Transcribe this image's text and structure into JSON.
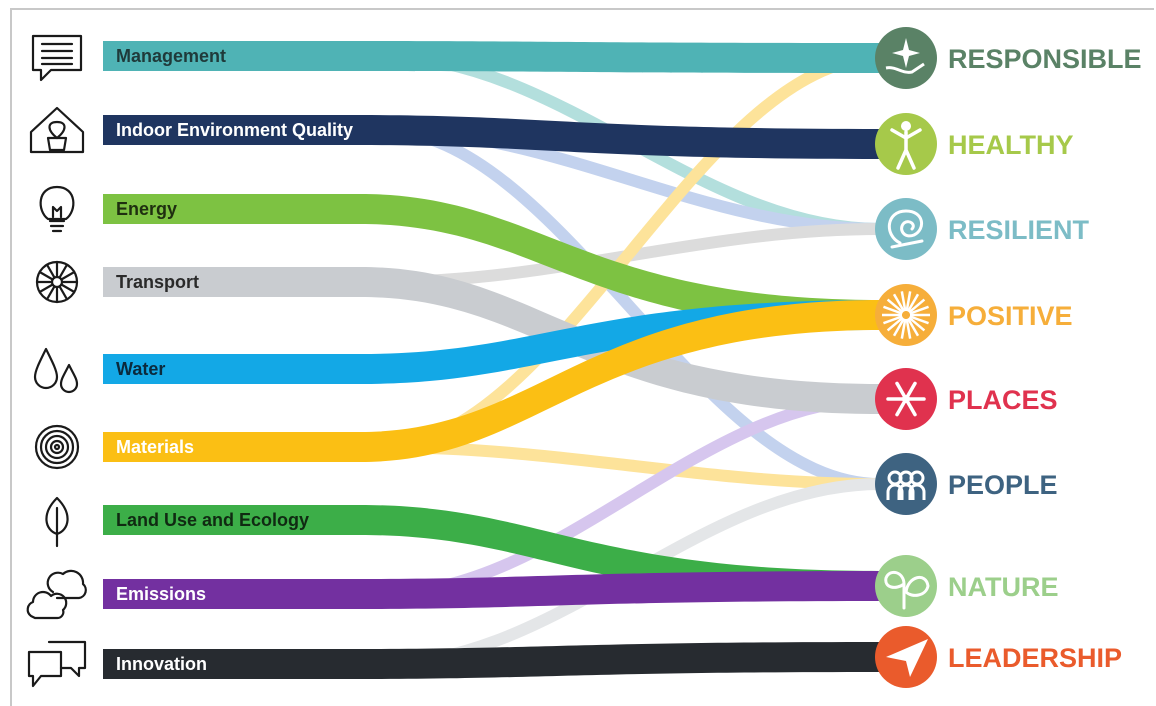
{
  "categories": [
    {
      "key": "management",
      "label": "Management",
      "color": "#4fb3b5",
      "text_color": "#1f3a3a",
      "icon": "document-icon"
    },
    {
      "key": "ieq",
      "label": "Indoor Environment Quality",
      "color": "#1f3560",
      "text_color": "#ffffff",
      "icon": "house-plant-icon"
    },
    {
      "key": "energy",
      "label": "Energy",
      "color": "#7dc242",
      "text_color": "#1f2f10",
      "icon": "lightbulb-icon"
    },
    {
      "key": "transport",
      "label": "Transport",
      "color": "#c9ccd0",
      "text_color": "#2a2a2a",
      "icon": "wheel-icon"
    },
    {
      "key": "water",
      "label": "Water",
      "color": "#13a8e6",
      "text_color": "#0b2a3d",
      "icon": "water-drops-icon"
    },
    {
      "key": "materials",
      "label": "Materials",
      "color": "#fbbf14",
      "text_color": "#ffffff",
      "icon": "rings-icon"
    },
    {
      "key": "land",
      "label": "Land Use and Ecology",
      "color": "#3cae48",
      "text_color": "#102a12",
      "icon": "leaf-icon"
    },
    {
      "key": "emissions",
      "label": "Emissions",
      "color": "#7330a0",
      "text_color": "#ffffff",
      "icon": "clouds-icon"
    },
    {
      "key": "innovation",
      "label": "Innovation",
      "color": "#272b30",
      "text_color": "#ffffff",
      "icon": "speech-bubbles-icon"
    }
  ],
  "outcomes": [
    {
      "key": "responsible",
      "label": "RESPONSIBLE",
      "color": "#5a8266",
      "icon": "hand-star-icon"
    },
    {
      "key": "healthy",
      "label": "HEALTHY",
      "color": "#a6c94a",
      "icon": "person-icon"
    },
    {
      "key": "resilient",
      "label": "RESILIENT",
      "color": "#7cbcc6",
      "icon": "spiral-icon"
    },
    {
      "key": "positive",
      "label": "POSITIVE",
      "color": "#f6ae3a",
      "icon": "sunburst-icon"
    },
    {
      "key": "places",
      "label": "PLACES",
      "color": "#e0324e",
      "icon": "snowflake-icon"
    },
    {
      "key": "people",
      "label": "PEOPLE",
      "color": "#3e6381",
      "icon": "people-group-icon"
    },
    {
      "key": "nature",
      "label": "NATURE",
      "color": "#9ccf8b",
      "icon": "sprout-icon"
    },
    {
      "key": "leadership",
      "label": "LEADERSHIP",
      "color": "#ea5b2c",
      "icon": "paper-plane-icon"
    }
  ],
  "links": [
    {
      "from": "management",
      "to": "resilient",
      "color": "#b3dfdd",
      "weight": "thin"
    },
    {
      "from": "ieq",
      "to": "people",
      "color": "#c3d2ee",
      "weight": "thin"
    },
    {
      "from": "ieq",
      "to": "resilient",
      "color": "#c3d2ee",
      "weight": "thin"
    },
    {
      "from": "transport",
      "to": "resilient",
      "color": "#dcdcdc",
      "weight": "thin"
    },
    {
      "from": "materials",
      "to": "responsible",
      "color": "#fde39a",
      "weight": "thin"
    },
    {
      "from": "materials",
      "to": "people",
      "color": "#fde39a",
      "weight": "thin"
    },
    {
      "from": "emissions",
      "to": "places",
      "color": "#d6c6ee",
      "weight": "thin"
    },
    {
      "from": "innovation",
      "to": "people",
      "color": "#e4e6e8",
      "weight": "thin"
    },
    {
      "from": "transport",
      "to": "places",
      "color": "#c9ccd0",
      "weight": "thick"
    },
    {
      "from": "energy",
      "to": "positive",
      "color": "#7dc242",
      "weight": "thick"
    },
    {
      "from": "water",
      "to": "positive",
      "color": "#13a8e6",
      "weight": "thick"
    },
    {
      "from": "materials",
      "to": "positive",
      "color": "#fbbf14",
      "weight": "thick"
    },
    {
      "from": "land",
      "to": "nature",
      "color": "#3cae48",
      "weight": "thick"
    },
    {
      "from": "management",
      "to": "responsible",
      "color": "#4fb3b5",
      "weight": "thick"
    },
    {
      "from": "ieq",
      "to": "healthy",
      "color": "#1f3560",
      "weight": "thick"
    },
    {
      "from": "emissions",
      "to": "nature",
      "color": "#7330a0",
      "weight": "thick"
    },
    {
      "from": "innovation",
      "to": "leadership",
      "color": "#272b30",
      "weight": "thick"
    }
  ]
}
